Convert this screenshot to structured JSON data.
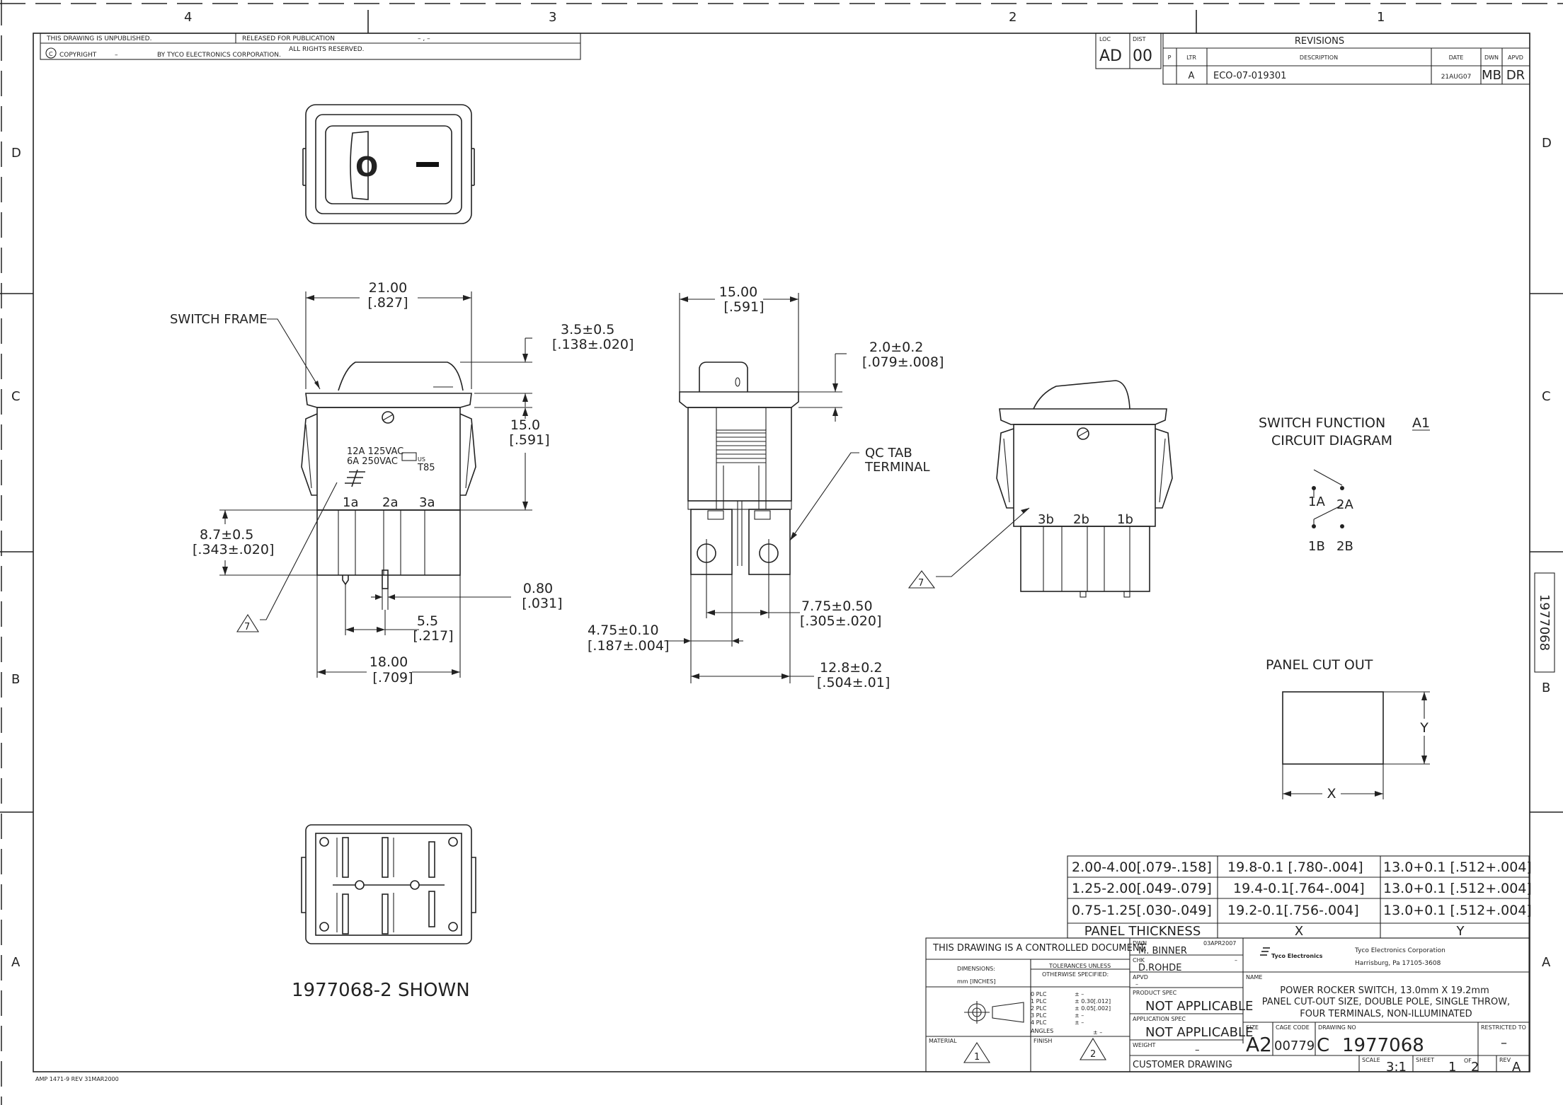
{
  "zones": {
    "top": [
      "4",
      "3",
      "2",
      "1"
    ],
    "left": [
      "D",
      "C",
      "B",
      "A"
    ],
    "right": [
      "D",
      "C",
      "B",
      "A"
    ]
  },
  "notice": {
    "unpublished": "THIS DRAWING IS UNPUBLISHED.",
    "released": "RELEASED FOR PUBLICATION",
    "copyright": "COPYRIGHT",
    "copyright_dash": "–",
    "by": "BY TYCO ELECTRONICS CORPORATION.",
    "rights": "ALL RIGHTS RESERVED.",
    "release_value": "– , –"
  },
  "loc_dist": {
    "loc_label": "LOC",
    "loc": "AD",
    "dist_label": "DIST",
    "dist": "00"
  },
  "revisions": {
    "title": "REVISIONS",
    "headers": {
      "p": "P",
      "ltr": "LTR",
      "desc": "DESCRIPTION",
      "date": "DATE",
      "dwn": "DWN",
      "apvd": "APVD"
    },
    "rows": [
      {
        "ltr": "A",
        "desc": "ECO-07-019301",
        "date": "21AUG07",
        "dwn": "MB",
        "apvd": "DR"
      }
    ]
  },
  "labels": {
    "switch_frame": "SWITCH FRAME",
    "qc_tab": "QC TAB",
    "terminal": "TERMINAL",
    "rating1": "12A 125VAC",
    "rating2": "6A 250VAC",
    "t85": "T85",
    "pins_front": [
      "1a",
      "2a",
      "3a"
    ],
    "pins_back": [
      "3b",
      "2b",
      "1b"
    ],
    "note7": "7",
    "rocker_o": "O",
    "shown": "1977068-2 SHOWN",
    "vertical_id": "1977068"
  },
  "dimensions": {
    "d21": "21.00",
    "d21_in": "[.827]",
    "d35": "3.5±0.5",
    "d35_in": "[.138±.020]",
    "d15": "15.0",
    "d15_in": "[.591]",
    "d87": "8.7±0.5",
    "d87_in": "[.343±.020]",
    "d080": "0.80",
    "d080_in": "[.031]",
    "d55": "5.5",
    "d55_in": "[.217]",
    "d18": "18.00",
    "d18_in": "[.709]",
    "d1500": "15.00",
    "d1500_in": "[.591]",
    "d20": "2.0±0.2",
    "d20_in": "[.079±.008]",
    "d775": "7.75±0.50",
    "d775_in": "[.305±.020]",
    "d475": "4.75±0.10",
    "d475_in": "[.187±.004]",
    "d128": "12.8±0.2",
    "d128_in": "[.504±.01]"
  },
  "circuit": {
    "title1": "SWITCH FUNCTION",
    "title1_code": "A1",
    "title2": "CIRCUIT DIAGRAM",
    "pins": [
      "1A",
      "2A",
      "1B",
      "2B"
    ]
  },
  "cutout": {
    "title": "PANEL CUT OUT",
    "x": "X",
    "y": "Y"
  },
  "panel_table": {
    "rows": [
      [
        "2.00-4.00[.079-.158]",
        "19.8-0.1 [.780-.004]",
        "13.0+0.1 [.512+.004]"
      ],
      [
        "1.25-2.00[.049-.079]",
        "19.4-0.1[.764-.004]",
        "13.0+0.1 [.512+.004]"
      ],
      [
        "0.75-1.25[.030-.049]",
        "19.2-0.1[.756-.004]",
        "13.0+0.1 [.512+.004]"
      ]
    ],
    "footer": [
      "PANEL THICKNESS",
      "X",
      "Y"
    ]
  },
  "title_block": {
    "controlled": "THIS DRAWING IS A CONTROLLED DOCUMENT.",
    "dimensions_label": "DIMENSIONS:",
    "dimensions_unit": "mm [INCHES]",
    "tolerances_1": "TOLERANCES UNLESS",
    "tolerances_2": "OTHERWISE SPECIFIED:",
    "plc": [
      [
        "0 PLC",
        "± –"
      ],
      [
        "1 PLC",
        "± 0.30[.012]"
      ],
      [
        "2 PLC",
        "± 0.05[.002]"
      ],
      [
        "3 PLC",
        "± –"
      ],
      [
        "4 PLC",
        "± –"
      ],
      [
        "ANGLES",
        "± –"
      ]
    ],
    "material": "MATERIAL",
    "finish": "FINISH",
    "note1": "1",
    "note2": "2",
    "dwn_label": "DWN",
    "dwn_name": "M. BINNER",
    "dwn_date": "03APR2007",
    "chk_label": "CHK",
    "chk_name": "D.ROHDE",
    "chk_dash": "–",
    "apvd_label": "APVD",
    "apvd_value": "–",
    "product_spec_label": "PRODUCT SPEC",
    "product_spec": "NOT APPLICABLE",
    "application_spec_label": "APPLICATION SPEC",
    "application_spec": "NOT APPLICABLE",
    "weight_label": "WEIGHT",
    "weight": "–",
    "customer": "CUSTOMER DRAWING",
    "company_logo": "Tyco Electronics",
    "company": "Tyco Electronics Corporation",
    "address": "Harrisburg, Pa 17105-3608",
    "name_label": "NAME",
    "name1": "POWER ROCKER SWITCH, 13.0mm X 19.2mm",
    "name2": "PANEL CUT-OUT SIZE, DOUBLE POLE, SINGLE THROW,",
    "name3": "FOUR TERMINALS, NON-ILLUMINATED",
    "size_label": "SIZE",
    "size": "A2",
    "cage_label": "CAGE CODE",
    "cage": "00779",
    "dwgno_label": "DRAWING NO",
    "dwgno_prefix": "C",
    "dwgno": "1977068",
    "restricted_label": "RESTRICTED TO",
    "restricted": "–",
    "scale_label": "SCALE",
    "scale": "3:1",
    "sheet_label": "SHEET",
    "sheet": "1",
    "of_label": "OF",
    "of": "2",
    "rev_label": "REV",
    "rev": "A"
  },
  "form_id": "AMP 1471-9 REV 31MAR2000"
}
